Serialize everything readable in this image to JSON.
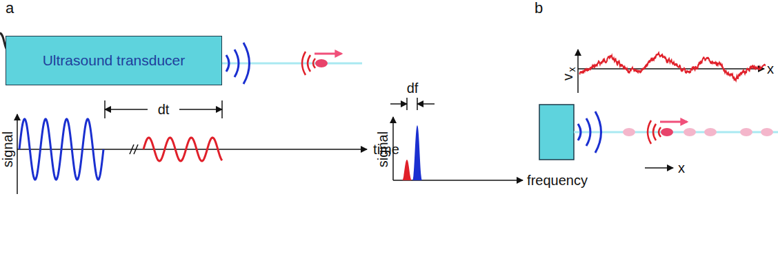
{
  "diagram": {
    "nodes": [
      {
        "text": [
          "Ultrasound transducer"
        ]
      }
    ],
    "labels": [
      "a",
      "b",
      "signal",
      "dt",
      "time",
      "signal",
      "df",
      "frequency",
      "v",
      "x",
      "x",
      "x"
    ]
  }
}
